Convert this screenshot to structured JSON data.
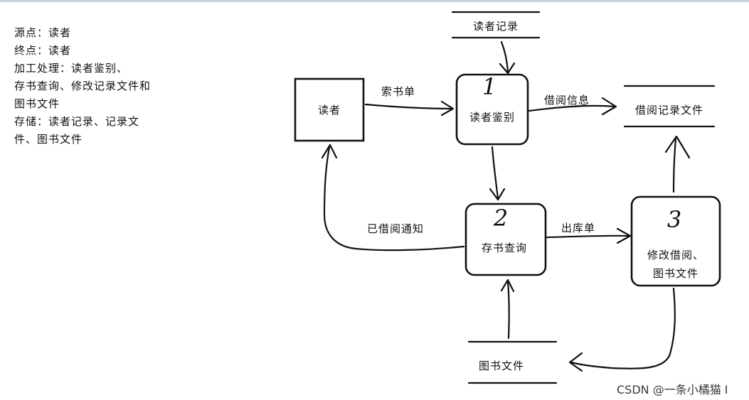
{
  "notes": [
    "源点：读者",
    "终点：读者",
    "加工处理：读者鉴别、",
    "存书查询、修改记录文件和",
    "图书文件",
    "存储：读者记录、记录文",
    "件、图书文件"
  ],
  "entities": {
    "reader": "读者"
  },
  "processes": [
    {
      "number": "1",
      "label": "读者鉴别"
    },
    {
      "number": "2",
      "label": "存书查询"
    },
    {
      "number": "3",
      "label_line1": "修改借阅、",
      "label_line2": "图书文件"
    }
  ],
  "stores": {
    "reader_records": "读者记录",
    "borrow_records": "借阅记录文件",
    "book_file": "图书文件"
  },
  "flows": {
    "request_slip": "索书单",
    "borrow_info": "借阅信息",
    "borrowed_notice": "已借阅通知",
    "outbound_slip": "出库单"
  },
  "watermark": "CSDN @一条小橘猫 I"
}
